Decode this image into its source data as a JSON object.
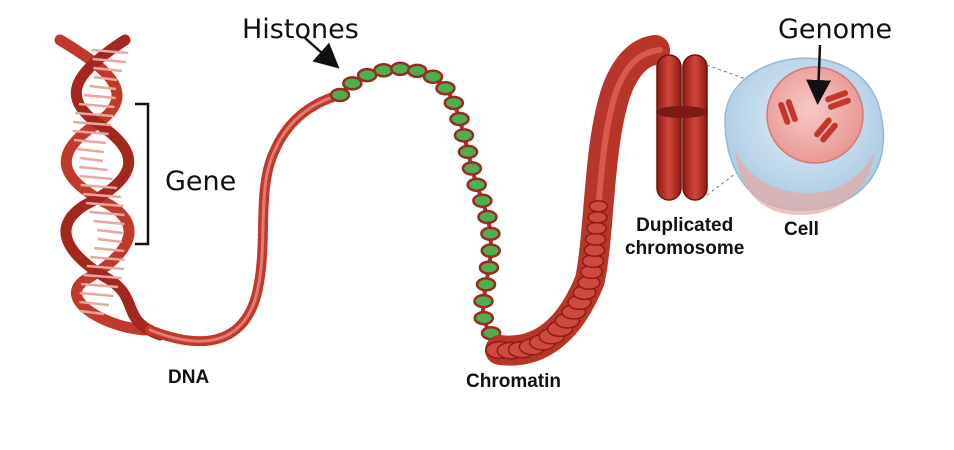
{
  "labels": {
    "histones": "Histones",
    "genome": "Genome",
    "gene": "Gene",
    "dna": "DNA",
    "chromatin": "Chromatin",
    "duplicated_line1": "Duplicated",
    "duplicated_line2": "chromosome",
    "cell": "Cell"
  },
  "colors": {
    "dna_red": "#c0392b",
    "dna_dark": "#8e1b12",
    "histone_green": "#4caf50",
    "cell_blue": "#bcd6ea",
    "nucleus_pink": "#f2b3b0"
  }
}
